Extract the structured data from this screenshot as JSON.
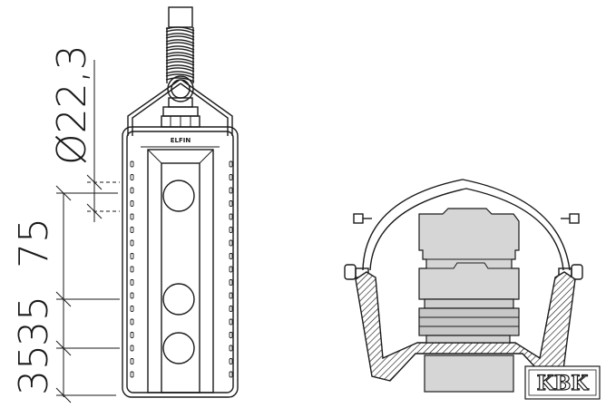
{
  "dimensions": {
    "diameter": "Ø22,3",
    "spacing_75": "75",
    "spacing_35a": "35",
    "spacing_35b": "35"
  },
  "brand_label": "ELFIN",
  "watermark": "KBK"
}
